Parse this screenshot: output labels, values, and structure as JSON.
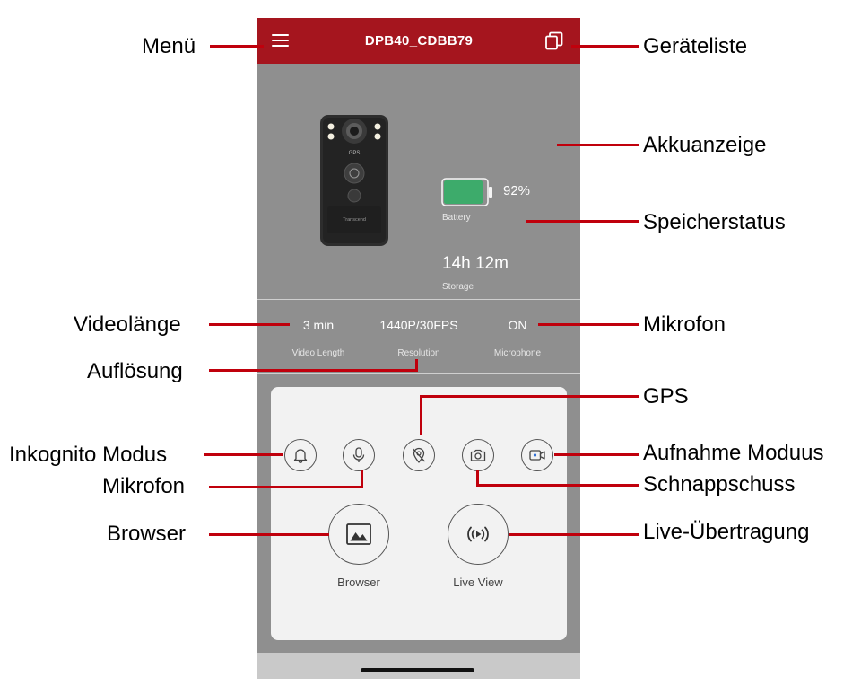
{
  "header": {
    "device_name": "DPB40_CDBB79"
  },
  "status": {
    "battery_percent": "92%",
    "battery_label": "Battery",
    "battery_level": 0.92,
    "storage_value": "14h 12m",
    "storage_label": "Storage"
  },
  "settings": {
    "video_length": {
      "value": "3 min",
      "label": "Video Length"
    },
    "resolution": {
      "value": "1440P/30FPS",
      "label": "Resolution"
    },
    "microphone": {
      "value": "ON",
      "label": "Microphone"
    }
  },
  "controls": {
    "icons": [
      "bell-icon",
      "microphone-icon",
      "gps-off-icon",
      "camera-icon",
      "video-camera-icon"
    ],
    "browser_label": "Browser",
    "live_view_label": "Live View"
  },
  "callouts": {
    "menu": "Menü",
    "device_list": "Geräteliste",
    "battery": "Akkuanzeige",
    "storage": "Speicherstatus",
    "video_length": "Videolänge",
    "microphone_setting": "Mikrofon",
    "resolution": "Auflösung",
    "gps": "GPS",
    "incognito": "Inkognito  Modus",
    "record_mode": "Aufnahme Moduus",
    "microphone_button": "Mikrofon",
    "snapshot": "Schnappschuss",
    "browser": "Browser",
    "live": "Live-Übertragung"
  },
  "colors": {
    "header_red": "#a5151e",
    "annotation_red": "#c0000c",
    "battery_green": "#3dab6b",
    "screen_gray": "#8f8f8f"
  }
}
